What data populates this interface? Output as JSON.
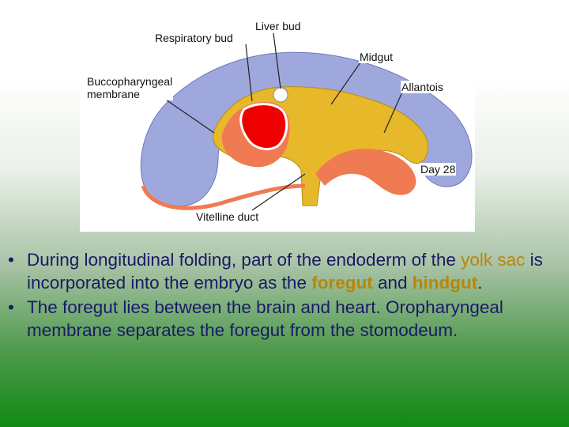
{
  "figure": {
    "labels": {
      "respiratory_bud": "Respiratory bud",
      "liver_bud": "Liver bud",
      "midgut": "Midgut",
      "buccopharyngeal": "Buccopharyngeal\nmembrane",
      "allantois": "Allantois",
      "day": "Day 28",
      "vitelline_duct": "Vitelline duct"
    },
    "colors": {
      "ectoderm_blue": "#9fa8dd",
      "endoderm_yellow": "#e6b82a",
      "mesoderm_orange": "#f07a52",
      "heart_red": "#ee0000"
    }
  },
  "bullets": [
    {
      "marker": "•",
      "parts": [
        {
          "text": "During longitudinal folding, part of the endoderm of the ",
          "style": "normal"
        },
        {
          "text": "yolk sac",
          "style": "yolk"
        },
        {
          "text": " is incorporated into the embryo as the ",
          "style": "normal"
        },
        {
          "text": "foregut",
          "style": "bold"
        },
        {
          "text": " and ",
          "style": "normal"
        },
        {
          "text": "hindgut",
          "style": "bold"
        },
        {
          "text": ".",
          "style": "normal"
        }
      ]
    },
    {
      "marker": "•",
      "parts": [
        {
          "text": "The foregut lies between the brain and heart. Oropharyngeal membrane separates the foregut from the stomodeum.",
          "style": "normal"
        }
      ]
    }
  ]
}
